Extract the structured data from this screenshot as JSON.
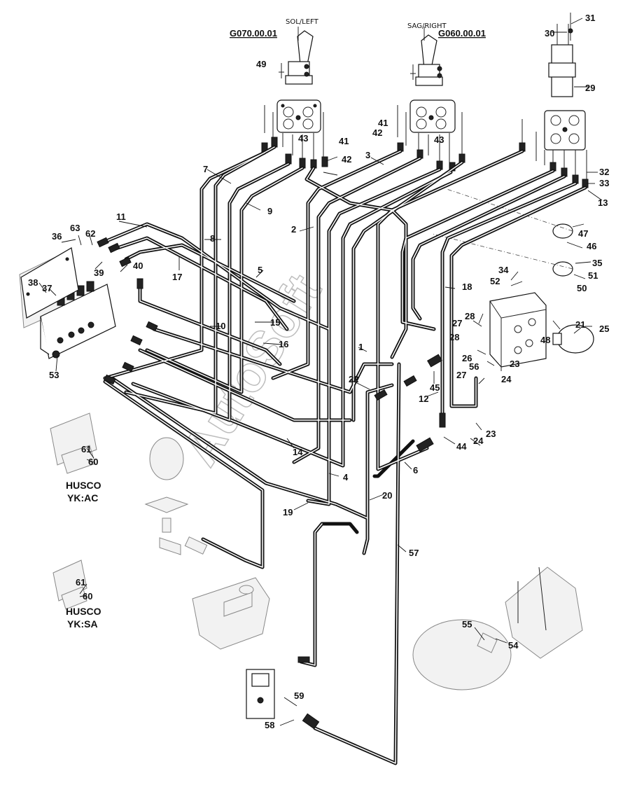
{
  "assemblies": {
    "left": {
      "position_label": "SOL/LEFT",
      "ref_code": "G070.00.01"
    },
    "right": {
      "position_label": "SAG/RIGHT",
      "ref_code": "G060.00.01"
    }
  },
  "valve_variants": [
    {
      "name": "HUSCO",
      "code": "YK:AC"
    },
    {
      "name": "HUSCO",
      "code": "YK:SA"
    }
  ],
  "watermark": "AutoSoft",
  "callouts": [
    "1",
    "2",
    "3",
    "4",
    "5",
    "6",
    "7",
    "8",
    "9",
    "10",
    "11",
    "12",
    "13",
    "14",
    "15",
    "16",
    "17",
    "18",
    "19",
    "20",
    "21",
    "22",
    "23",
    "23",
    "24",
    "24",
    "25",
    "26",
    "27",
    "27",
    "28",
    "28",
    "29",
    "30",
    "31",
    "32",
    "33",
    "34",
    "35",
    "36",
    "37",
    "38",
    "39",
    "40",
    "41",
    "41",
    "42",
    "42",
    "43",
    "43",
    "44",
    "45",
    "46",
    "47",
    "48",
    "49",
    "50",
    "51",
    "52",
    "53",
    "54",
    "55",
    "56",
    "57",
    "58",
    "59",
    "60",
    "60",
    "61",
    "61",
    "62",
    "63"
  ]
}
